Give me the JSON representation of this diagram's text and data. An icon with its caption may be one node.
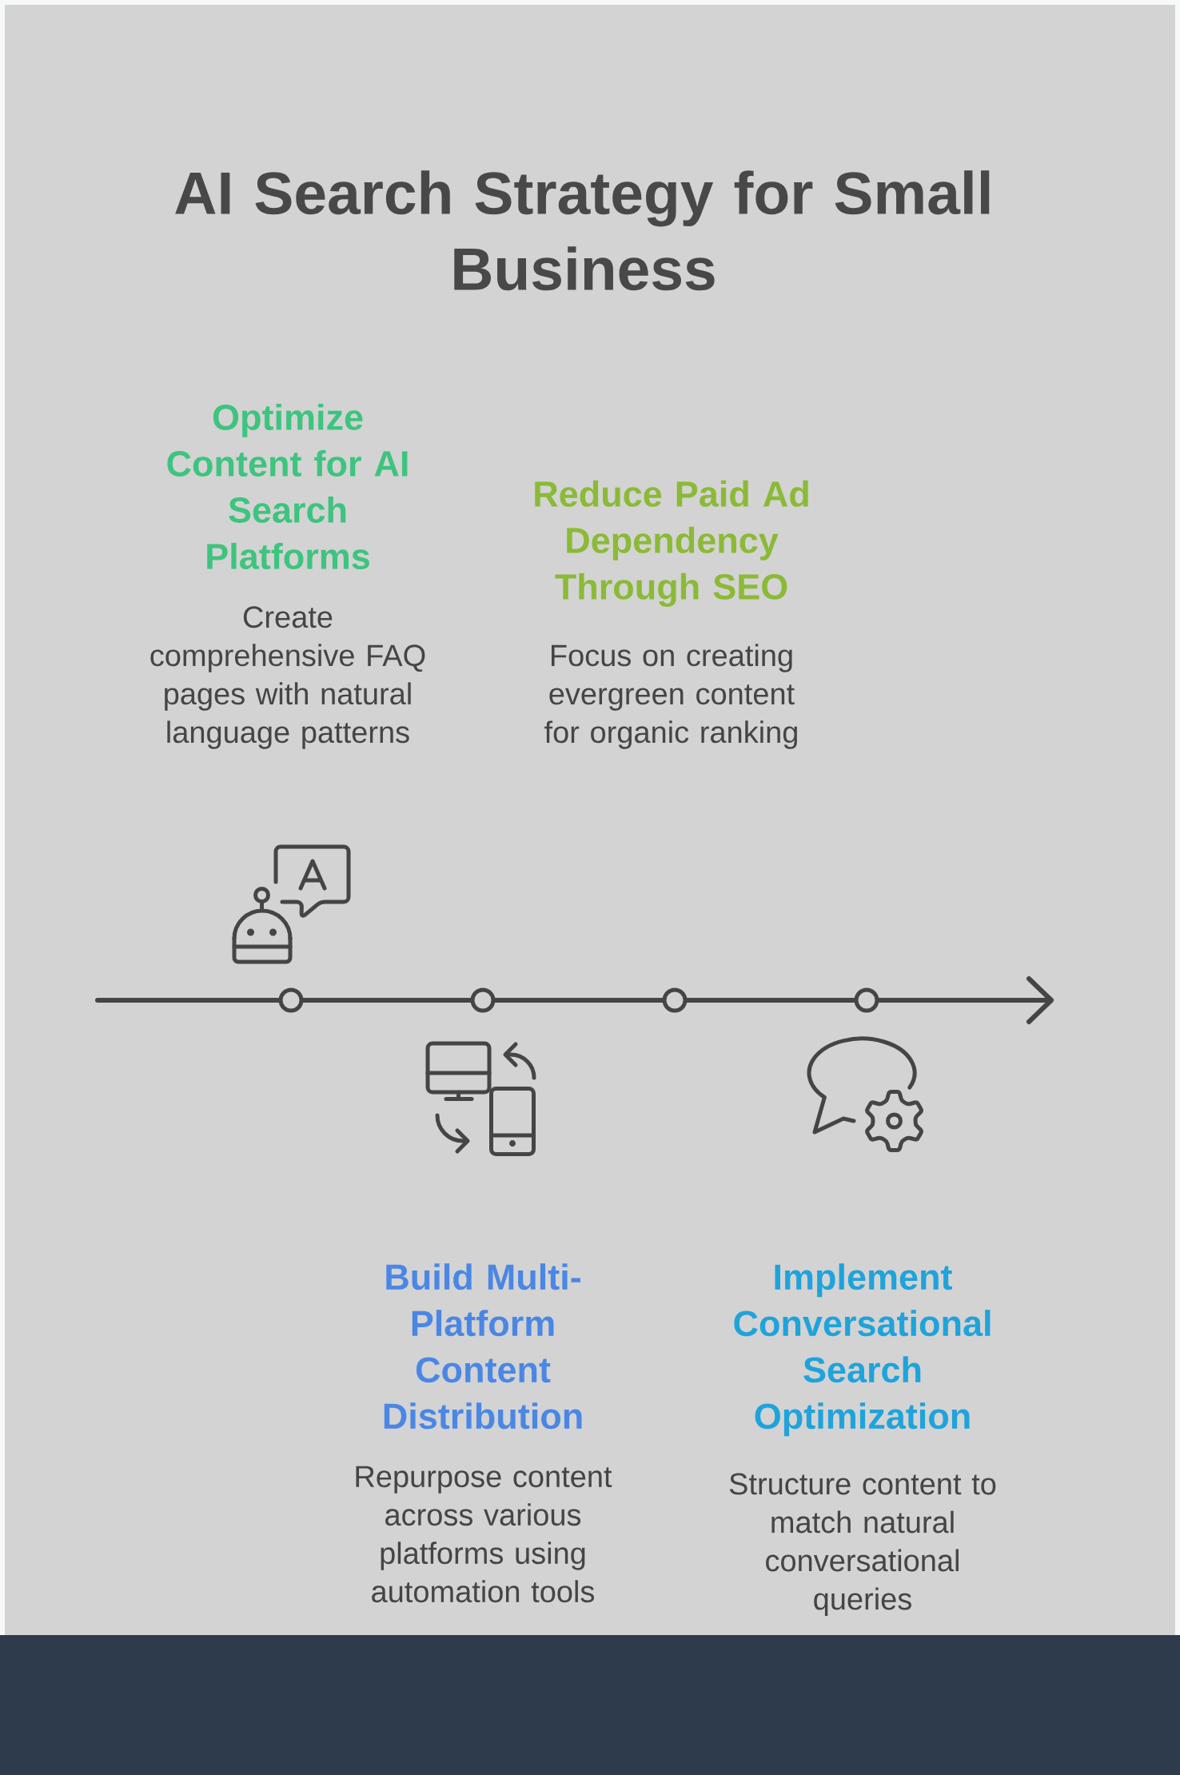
{
  "diagram": {
    "title": "AI Search Strategy for Small Business",
    "nodes": [
      {
        "text": [],
        "shape": "circle",
        "beside": [
          "Optimize Content for AI Search Platforms",
          "Create comprehensive FAQ pages with natural language patterns"
        ]
      },
      {
        "text": [],
        "shape": "circle",
        "beside": [
          "Build Multi-Platform Content Distribution",
          "Repurpose content across various platforms using automation tools"
        ]
      },
      {
        "text": [],
        "shape": "circle",
        "beside": [
          "Reduce Paid Ad Dependency Through SEO",
          "Focus on creating evergreen content for organic ranking"
        ]
      },
      {
        "text": [],
        "shape": "circle",
        "beside": [
          "Implement Conversational Search Optimization",
          "Structure content to match natural conversational queries"
        ]
      }
    ],
    "edges": [
      {
        "from": null,
        "to": 0,
        "arrow": "none"
      },
      {
        "from": 0,
        "to": 1,
        "arrow": "none"
      },
      {
        "from": 1,
        "to": 2,
        "arrow": "none"
      },
      {
        "from": 2,
        "to": 3,
        "arrow": "none"
      },
      {
        "from": 3,
        "to": null,
        "arrow": "to"
      }
    ]
  }
}
